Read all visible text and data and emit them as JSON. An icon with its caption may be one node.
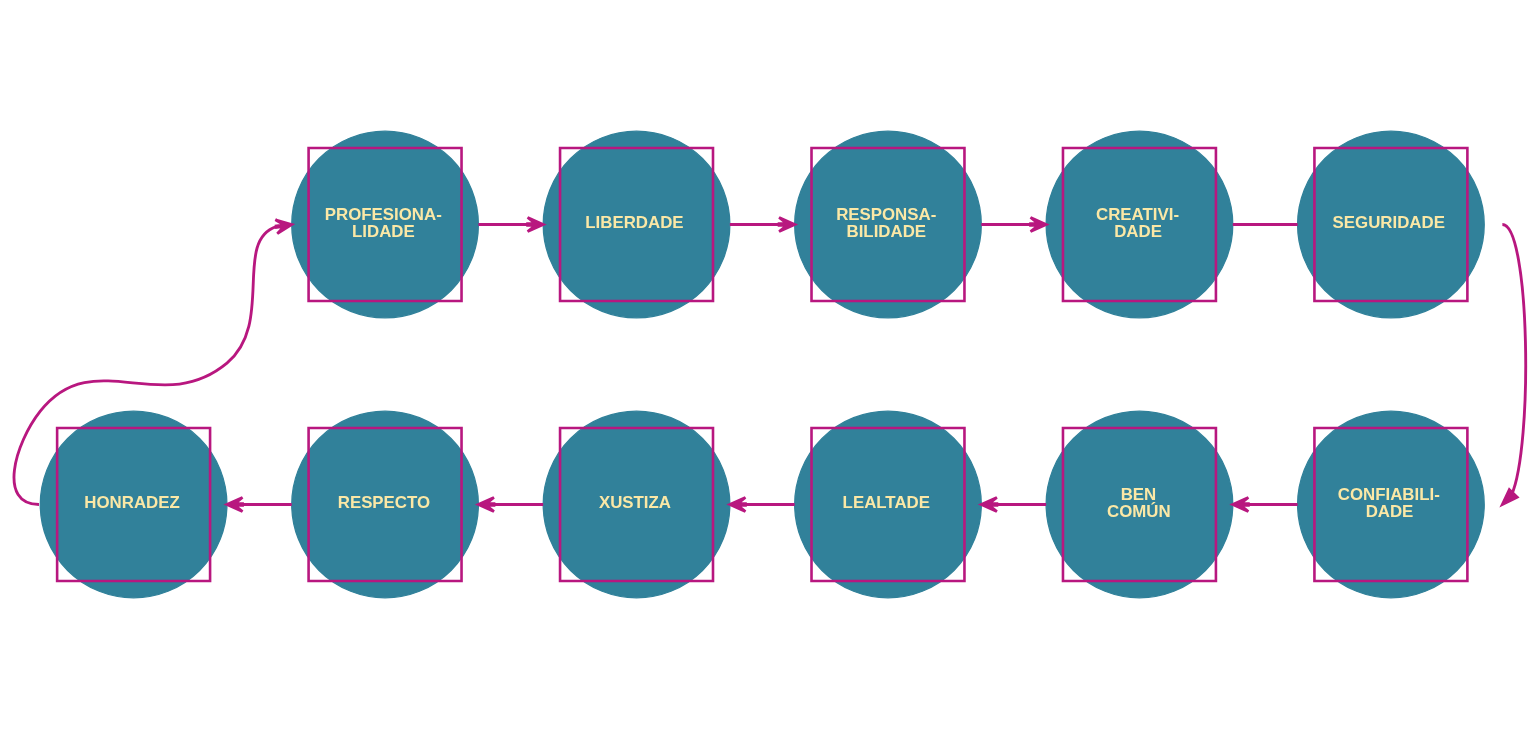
{
  "diagram": {
    "nodes": [
      {
        "text": [
          "PROFESIONA- LIDADE"
        ]
      },
      {
        "text": [
          "LIBERDADE"
        ]
      },
      {
        "text": [
          "RESPONSA- BILIDADE"
        ]
      },
      {
        "text": [
          "CREATIVI- DADE"
        ]
      },
      {
        "text": [
          "SEGURIDADE"
        ]
      },
      {
        "text": [
          "HONRADEZ"
        ]
      },
      {
        "text": [
          "RESPECTO"
        ]
      },
      {
        "text": [
          "XUSTIZA"
        ]
      },
      {
        "text": [
          "LEALTADE"
        ]
      },
      {
        "text": [
          "BEN COMÚN"
        ]
      },
      {
        "text": [
          "CONFIABILI- DADE"
        ]
      }
    ],
    "edges": [
      {
        "from": 0,
        "to": 1,
        "arrow": "to"
      },
      {
        "from": 1,
        "to": 2,
        "arrow": "to"
      },
      {
        "from": 2,
        "to": 3,
        "arrow": "to"
      },
      {
        "from": 3,
        "to": 4,
        "arrow": "none"
      },
      {
        "from": 4,
        "to": 10,
        "arrow": "to"
      },
      {
        "from": 10,
        "to": 9,
        "arrow": "to"
      },
      {
        "from": 9,
        "to": 8,
        "arrow": "to"
      },
      {
        "from": 8,
        "to": 7,
        "arrow": "to"
      },
      {
        "from": 7,
        "to": 6,
        "arrow": "to"
      },
      {
        "from": 6,
        "to": 5,
        "arrow": "to"
      },
      {
        "from": 5,
        "to": 0,
        "arrow": "to"
      }
    ]
  }
}
